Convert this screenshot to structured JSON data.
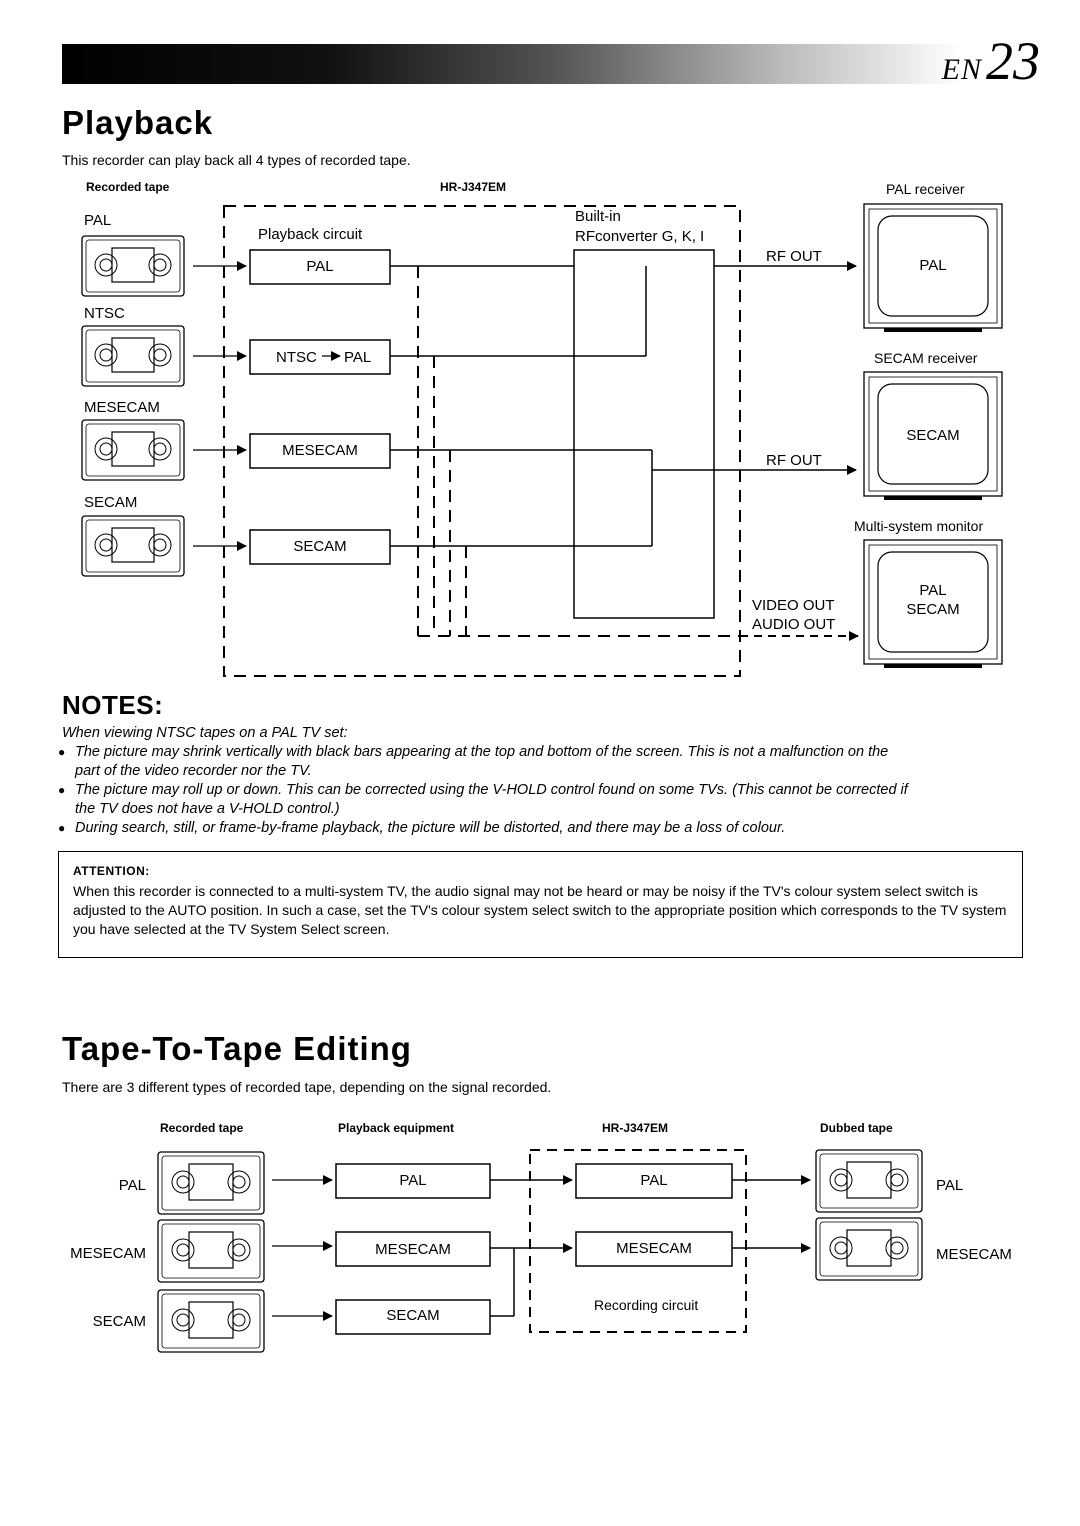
{
  "header": {
    "en": "EN",
    "page": "23"
  },
  "playback": {
    "title": "Playback",
    "intro": "This recorder can play back all 4 types of recorded tape.",
    "col_recorded_tape": "Recorded tape",
    "col_model": "HR-J347EM",
    "tapes": [
      "PAL",
      "NTSC",
      "MESECAM",
      "SECAM"
    ],
    "playback_circuit": "Playback circuit",
    "circuits": [
      "PAL",
      "NTSC",
      "PAL",
      "MESECAM",
      "SECAM"
    ],
    "builtin": "Built-in",
    "rf_converter": "RFconverter G, K, I",
    "rf_out_1": "RF OUT",
    "rf_out_2": "RF OUT",
    "video_out": "VIDEO OUT",
    "audio_out": "AUDIO OUT",
    "pal_receiver": "PAL receiver",
    "pal_receiver_screen": "PAL",
    "secam_receiver": "SECAM receiver",
    "secam_receiver_screen": "SECAM",
    "multi_monitor": "Multi-system monitor",
    "multi_screen_1": "PAL",
    "multi_screen_2": "SECAM"
  },
  "notes": {
    "heading": "NOTES:",
    "intro": "When viewing NTSC tapes on a PAL TV set:",
    "bullet": "●",
    "items": [
      "The picture may shrink vertically with black bars appearing at the top and bottom of the screen. This is not a malfunction on the",
      "part of the video recorder nor the TV.",
      "The picture may roll up or down. This can be corrected using the V-HOLD control found on some TVs. (This cannot be corrected if",
      "the TV does not have a V-HOLD control.)",
      "During search, still, or frame-by-frame playback, the picture will be distorted, and there may be a loss of colour."
    ]
  },
  "attention": {
    "title": "ATTENTION:",
    "body": "When this recorder is connected to a multi-system TV, the audio signal may not be heard or may be noisy if the TV's colour system select switch is adjusted to the AUTO position. In such a case, set the TV's colour system select switch to the appropriate position which corresponds to the TV system you have selected at the TV System Select screen."
  },
  "editing": {
    "title": "Tape-To-Tape Editing",
    "intro": "There are 3 different types of recorded tape, depending on the signal recorded.",
    "col_recorded_tape": "Recorded tape",
    "col_playback_equipment": "Playback equipment",
    "col_model": "HR-J347EM",
    "col_dubbed_tape": "Dubbed tape",
    "tapes": [
      "PAL",
      "MESECAM",
      "SECAM"
    ],
    "equipment": [
      "PAL",
      "MESECAM",
      "SECAM"
    ],
    "recorder": [
      "PAL",
      "MESECAM"
    ],
    "recording_circuit": "Recording circuit",
    "dubbed": [
      "PAL",
      "MESECAM"
    ]
  }
}
